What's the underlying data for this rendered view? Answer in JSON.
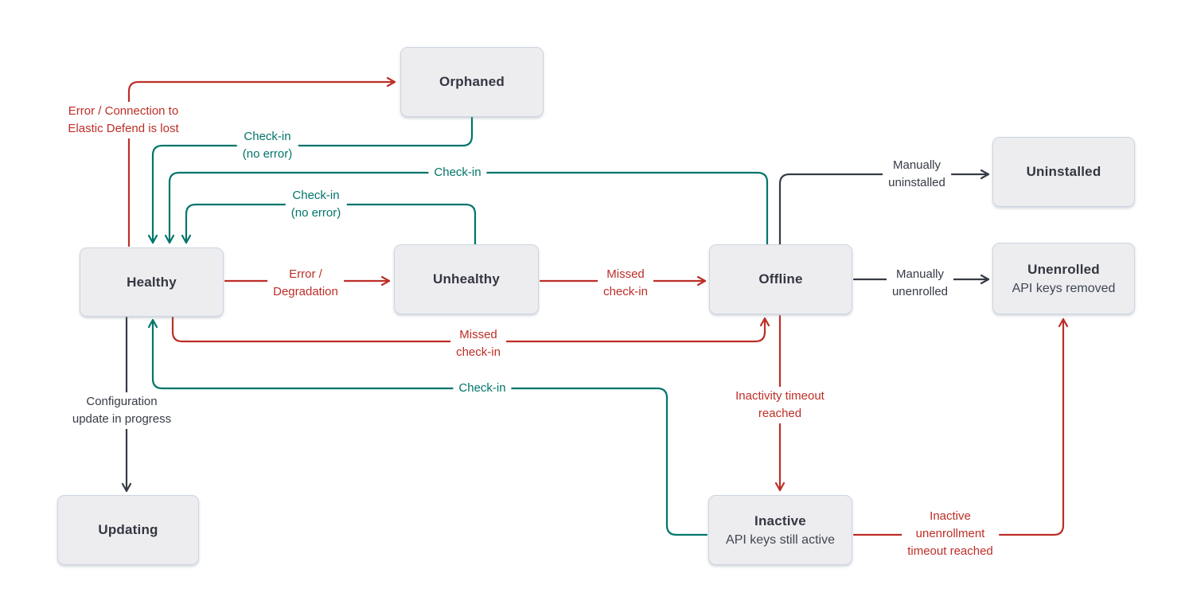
{
  "colors": {
    "error": "#bd2e27",
    "success": "#00756b",
    "neutral": "#363b45",
    "node_fill": "#ededf0",
    "node_border": "#ccd5e1",
    "node_text": "#343741",
    "background": "#ffffff"
  },
  "nodes": {
    "orphaned": {
      "label": "Orphaned"
    },
    "healthy": {
      "label": "Healthy"
    },
    "unhealthy": {
      "label": "Unhealthy"
    },
    "offline": {
      "label": "Offline"
    },
    "uninstalled": {
      "label": "Uninstalled"
    },
    "unenrolled": {
      "label": "Unenrolled",
      "sublabel": "API keys removed"
    },
    "inactive": {
      "label": "Inactive",
      "sublabel": "API keys still active"
    },
    "updating": {
      "label": "Updating"
    }
  },
  "edges": {
    "healthy_to_orphaned": {
      "label": "Error / Connection to\nElastic Defend is lost",
      "color": "error"
    },
    "orphaned_to_healthy": {
      "label": "Check-in\n(no error)",
      "color": "success"
    },
    "offline_to_healthy": {
      "label": "Check-in",
      "color": "success"
    },
    "unhealthy_to_healthy": {
      "label": "Check-in\n(no error)",
      "color": "success"
    },
    "healthy_to_unhealthy": {
      "label": "Error /\nDegradation",
      "color": "error"
    },
    "unhealthy_to_offline": {
      "label": "Missed\ncheck-in",
      "color": "error"
    },
    "healthy_to_offline": {
      "label": "Missed\ncheck-in",
      "color": "error"
    },
    "inactive_to_healthy": {
      "label": "Check-in",
      "color": "success"
    },
    "healthy_to_updating": {
      "label": "Configuration\nupdate in progress",
      "color": "neutral"
    },
    "offline_to_uninstalled": {
      "label": "Manually\nuninstalled",
      "color": "neutral"
    },
    "offline_to_unenrolled": {
      "label": "Manually\nunenrolled",
      "color": "neutral"
    },
    "offline_to_inactive": {
      "label": "Inactivity timeout\nreached",
      "color": "error"
    },
    "inactive_to_unenrolled": {
      "label": "Inactive\nunenrollment\ntimeout reached",
      "color": "error"
    }
  }
}
